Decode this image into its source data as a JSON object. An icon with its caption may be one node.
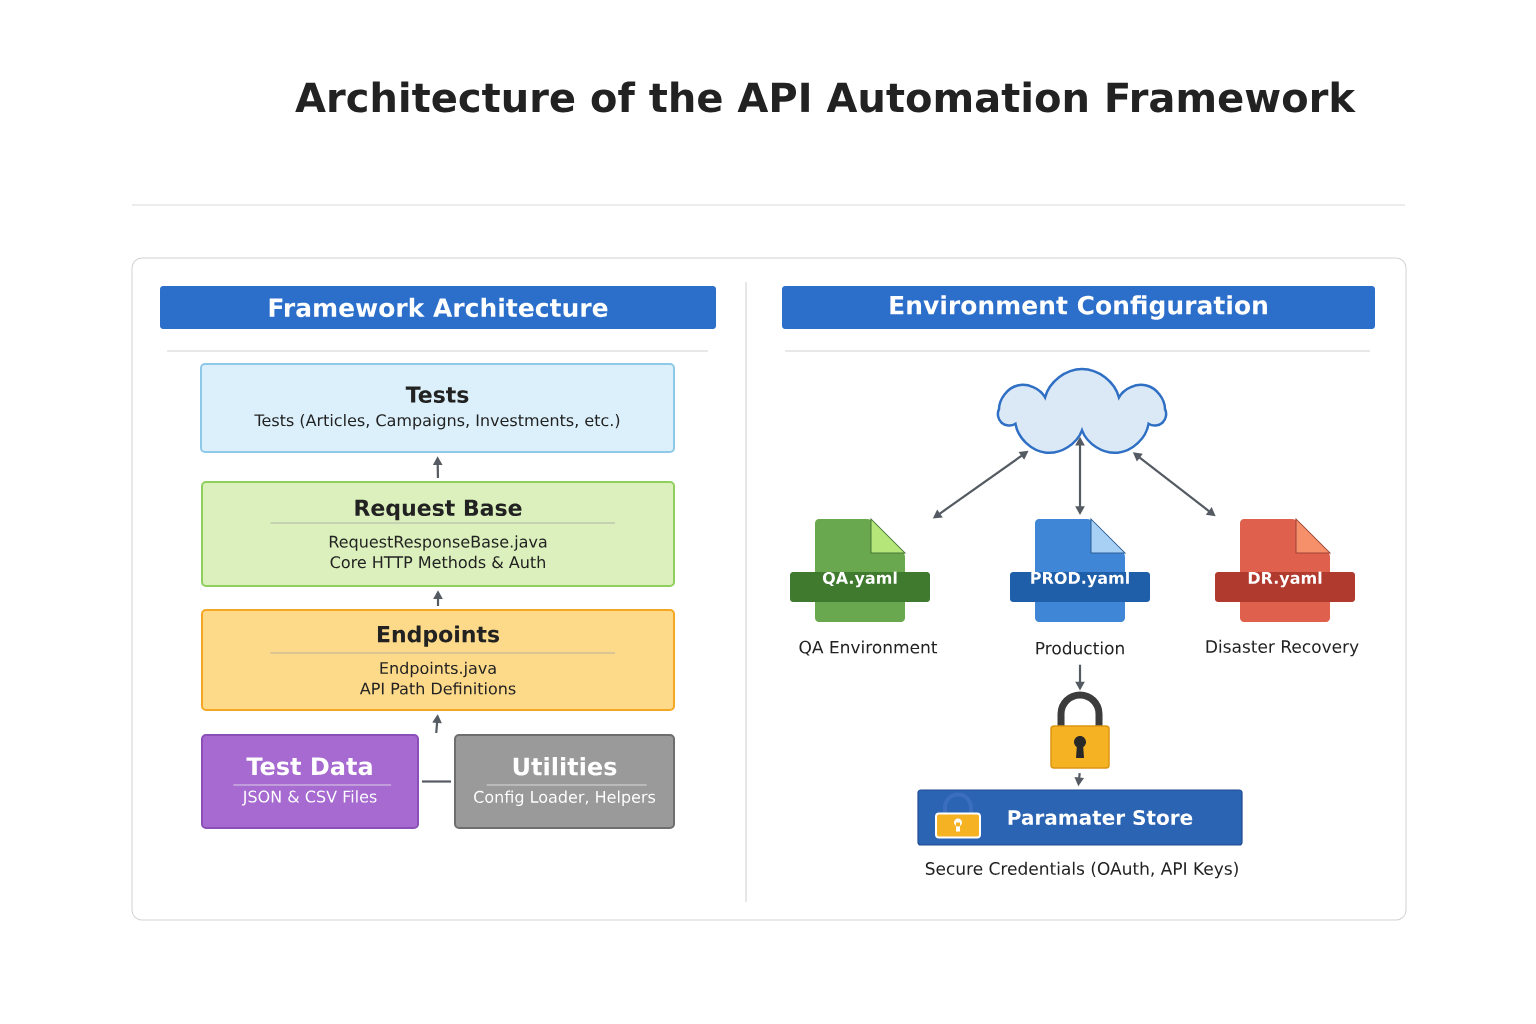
{
  "diagram": {
    "title": "Architecture of the API Automation Framework",
    "nodes": [
      {
        "text": [
          "Framework Architecture"
        ]
      },
      {
        "text": [
          "Environment Configuration"
        ]
      },
      {
        "text": [
          "Tests",
          "Tests (Articles, Campaigns, Investments, etc.)"
        ]
      },
      {
        "text": [
          "Request Base",
          "RequestResponseBase.java",
          "Core HTTP Methods & Auth"
        ]
      },
      {
        "text": [
          "Endpoints",
          "Endpoints.java",
          "API Path Definitions"
        ]
      },
      {
        "text": [
          "Test Data",
          "JSON & CSV Files"
        ]
      },
      {
        "text": [
          "Utilities",
          "Config Loader, Helpers"
        ]
      },
      {
        "text": [],
        "shape": "cloud"
      },
      {
        "text": [
          "QA.yaml"
        ],
        "beside": [
          "QA Environment"
        ]
      },
      {
        "text": [
          "PROD.yaml"
        ],
        "beside": [
          "Production"
        ]
      },
      {
        "text": [
          "DR.yaml"
        ],
        "beside": [
          "Disaster Recovery"
        ]
      },
      {
        "text": [],
        "shape": "padlock"
      },
      {
        "text": [
          "Paramater Store"
        ],
        "beside": [
          "Secure Credentials (OAuth, API Keys)"
        ]
      }
    ],
    "edges": [
      {
        "from": 3,
        "to": 2,
        "arrow": "to"
      },
      {
        "from": 4,
        "to": 3,
        "arrow": "to"
      },
      {
        "from": null,
        "to": 4,
        "arrow": "to"
      },
      {
        "from": 5,
        "to": 6,
        "arrow": "none"
      },
      {
        "from": 7,
        "to": 8,
        "arrow": "both"
      },
      {
        "from": 7,
        "to": 9,
        "arrow": "both"
      },
      {
        "from": 7,
        "to": 10,
        "arrow": "both"
      },
      {
        "from": 9,
        "to": 11,
        "arrow": "to"
      },
      {
        "from": 11,
        "to": 12,
        "arrow": "to"
      }
    ]
  }
}
